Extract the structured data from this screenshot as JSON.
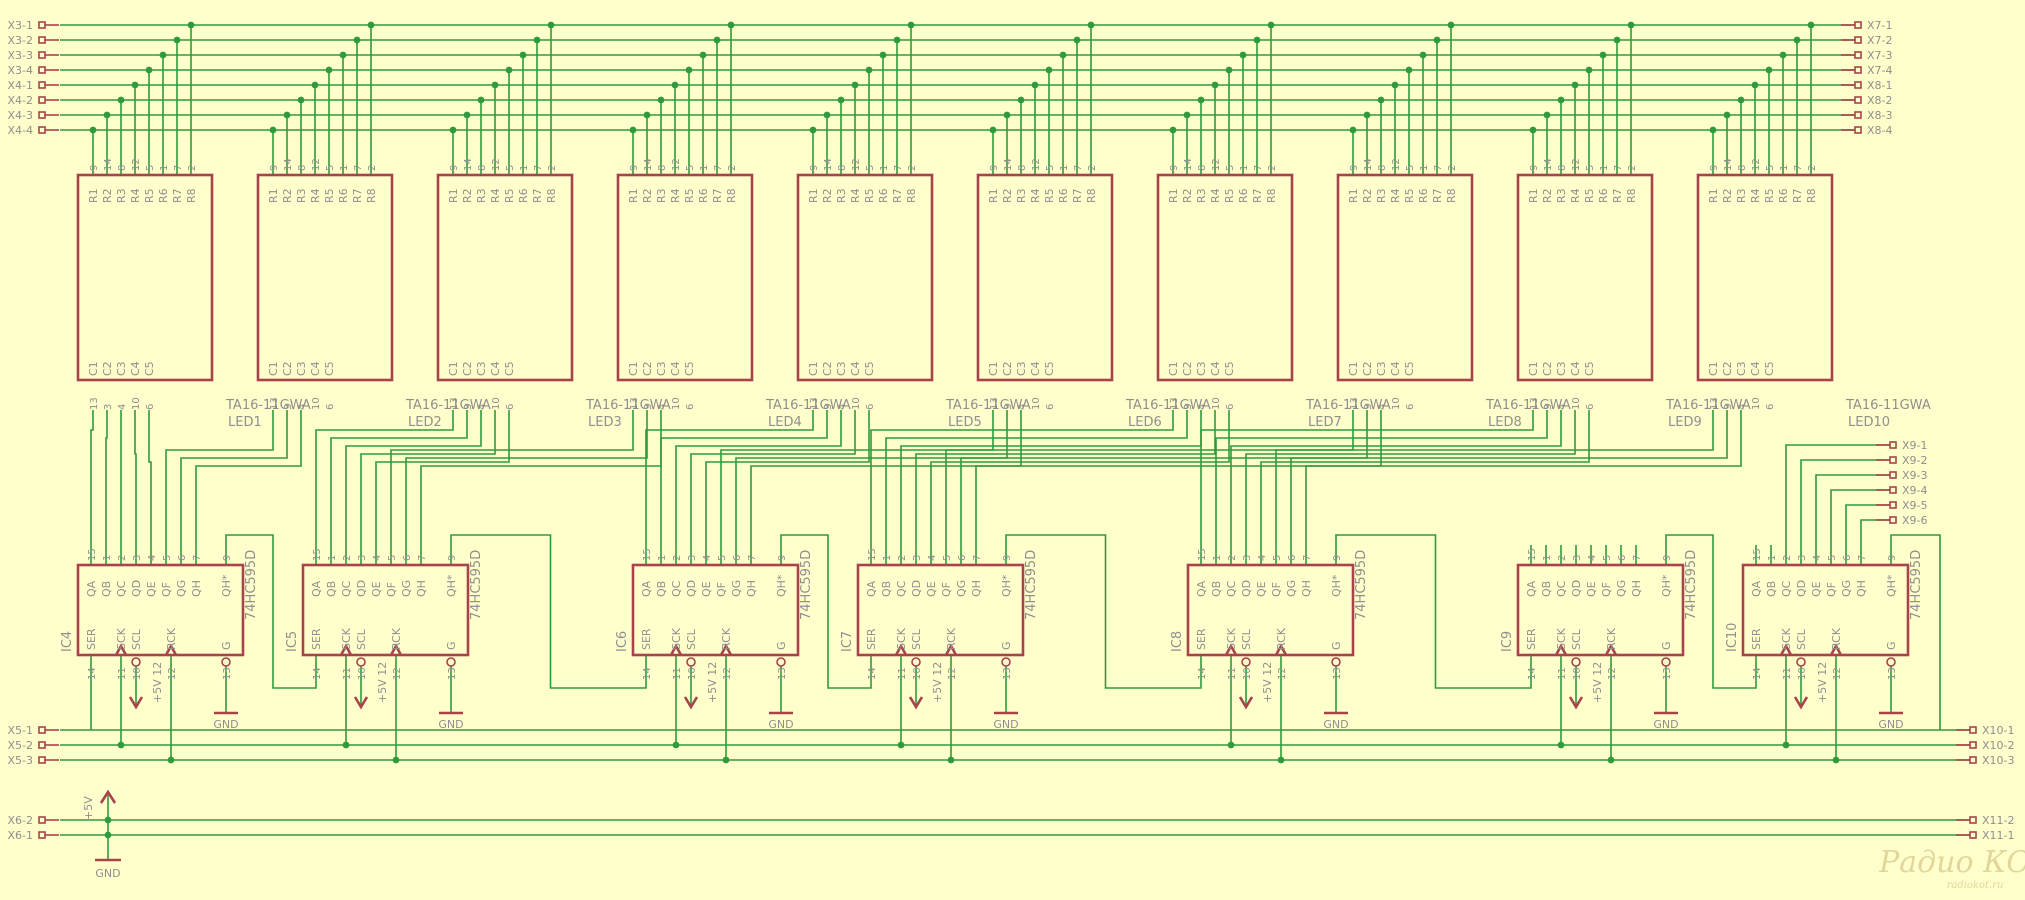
{
  "left_connectors": [
    "X3-1",
    "X3-2",
    "X3-3",
    "X3-4",
    "X4-1",
    "X4-2",
    "X4-3",
    "X4-4"
  ],
  "right_connectors": [
    "X7-1",
    "X7-2",
    "X7-3",
    "X7-4",
    "X8-1",
    "X8-2",
    "X8-3",
    "X8-4"
  ],
  "x9_connectors": [
    "X9-1",
    "X9-2",
    "X9-3",
    "X9-4",
    "X9-5",
    "X9-6"
  ],
  "x5_connectors": [
    "X5-1",
    "X5-2",
    "X5-3"
  ],
  "x10_connectors": [
    "X10-1",
    "X10-2",
    "X10-3"
  ],
  "x6_connectors": [
    "X6-2",
    "X6-1"
  ],
  "x11_connectors": [
    "X11-2",
    "X11-1"
  ],
  "led_part": "TA16-11GWA",
  "leds": [
    "LED1",
    "LED2",
    "LED3",
    "LED4",
    "LED5",
    "LED6",
    "LED7",
    "LED8",
    "LED9",
    "LED10"
  ],
  "led_top_pins": {
    "names": [
      "R1",
      "R2",
      "R3",
      "R4",
      "R5",
      "R6",
      "R7",
      "R8"
    ],
    "numbers": [
      "9",
      "14",
      "8",
      "12",
      "5",
      "1",
      "7",
      "2"
    ]
  },
  "led_bottom_pins": {
    "names": [
      "C1",
      "C2",
      "C3",
      "C4",
      "C5"
    ],
    "numbers": [
      "13",
      "3",
      "4",
      "10",
      "6"
    ]
  },
  "ic_part": "74HC595D",
  "ics": [
    "IC4",
    "IC5",
    "IC6",
    "IC7",
    "IC8",
    "IC9",
    "IC10"
  ],
  "ic_top_pins": {
    "names": [
      "QA",
      "QB",
      "QC",
      "QD",
      "QE",
      "QF",
      "QG",
      "QH",
      "QH*"
    ],
    "numbers": [
      "15",
      "1",
      "2",
      "3",
      "4",
      "5",
      "6",
      "7",
      "9"
    ]
  },
  "ic_bottom_pins": {
    "names": [
      "SER",
      "SCK",
      "SCL",
      "RCK",
      "G"
    ],
    "numbers": [
      "14",
      "11",
      "10",
      "12",
      "13"
    ]
  },
  "power_label": "+5V",
  "vcc_pin_label": "+5V 12",
  "gnd_label": "GND",
  "watermark": "Радио КОТ",
  "watermark_url": "radiokot.ru"
}
